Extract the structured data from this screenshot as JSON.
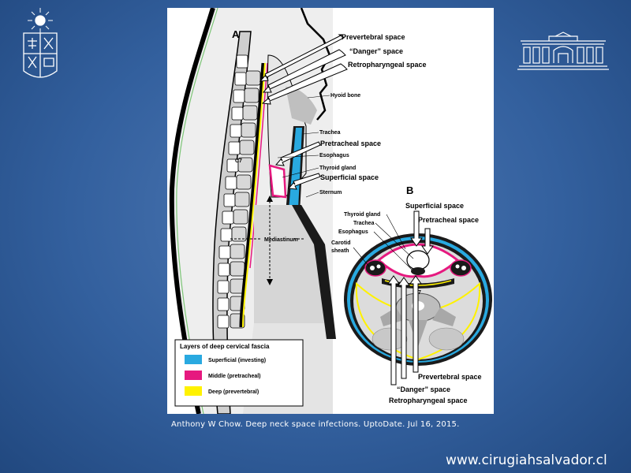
{
  "figure": {
    "panel_a": "A",
    "panel_b": "B",
    "labels_a": {
      "prevertebral": "Prevertebral space",
      "danger": "“Danger” space",
      "retropharyngeal": "Retropharyngeal space",
      "hyoid": "Hyoid bone",
      "trachea": "Trachea",
      "pretracheal": "Pretracheal space",
      "esophagus": "Esophagus",
      "thyroid": "Thyroid gland",
      "superficial": "Superficial space",
      "sternum": "Sternum",
      "c7": "C7",
      "mediastinum": "Mediastinum"
    },
    "labels_b": {
      "superficial": "Superficial space",
      "pretracheal": "Pretracheal space",
      "thyroid": "Thyroid gland",
      "trachea": "Trachea",
      "esophagus": "Esophagus",
      "carotid_1": "Carotid",
      "carotid_2": "sheath",
      "c7": "C7",
      "prevertebral": "Prevertebral space",
      "danger": "“Danger” space",
      "retropharyngeal": "Retropharyngeal space"
    },
    "legend": {
      "title": "Layers of deep cervical fascia",
      "items": [
        {
          "label": "Superficial (investing)",
          "color": "#29a9e0"
        },
        {
          "label": "Middle (pretracheal)",
          "color": "#e6197f"
        },
        {
          "label": "Deep (prevertebral)",
          "color": "#fff200"
        }
      ]
    }
  },
  "caption": "Anthony W Chow. Deep neck space infections. UptoDate. Jul 16, 2015.",
  "site_url": "www.cirugiahsalvador.cl"
}
